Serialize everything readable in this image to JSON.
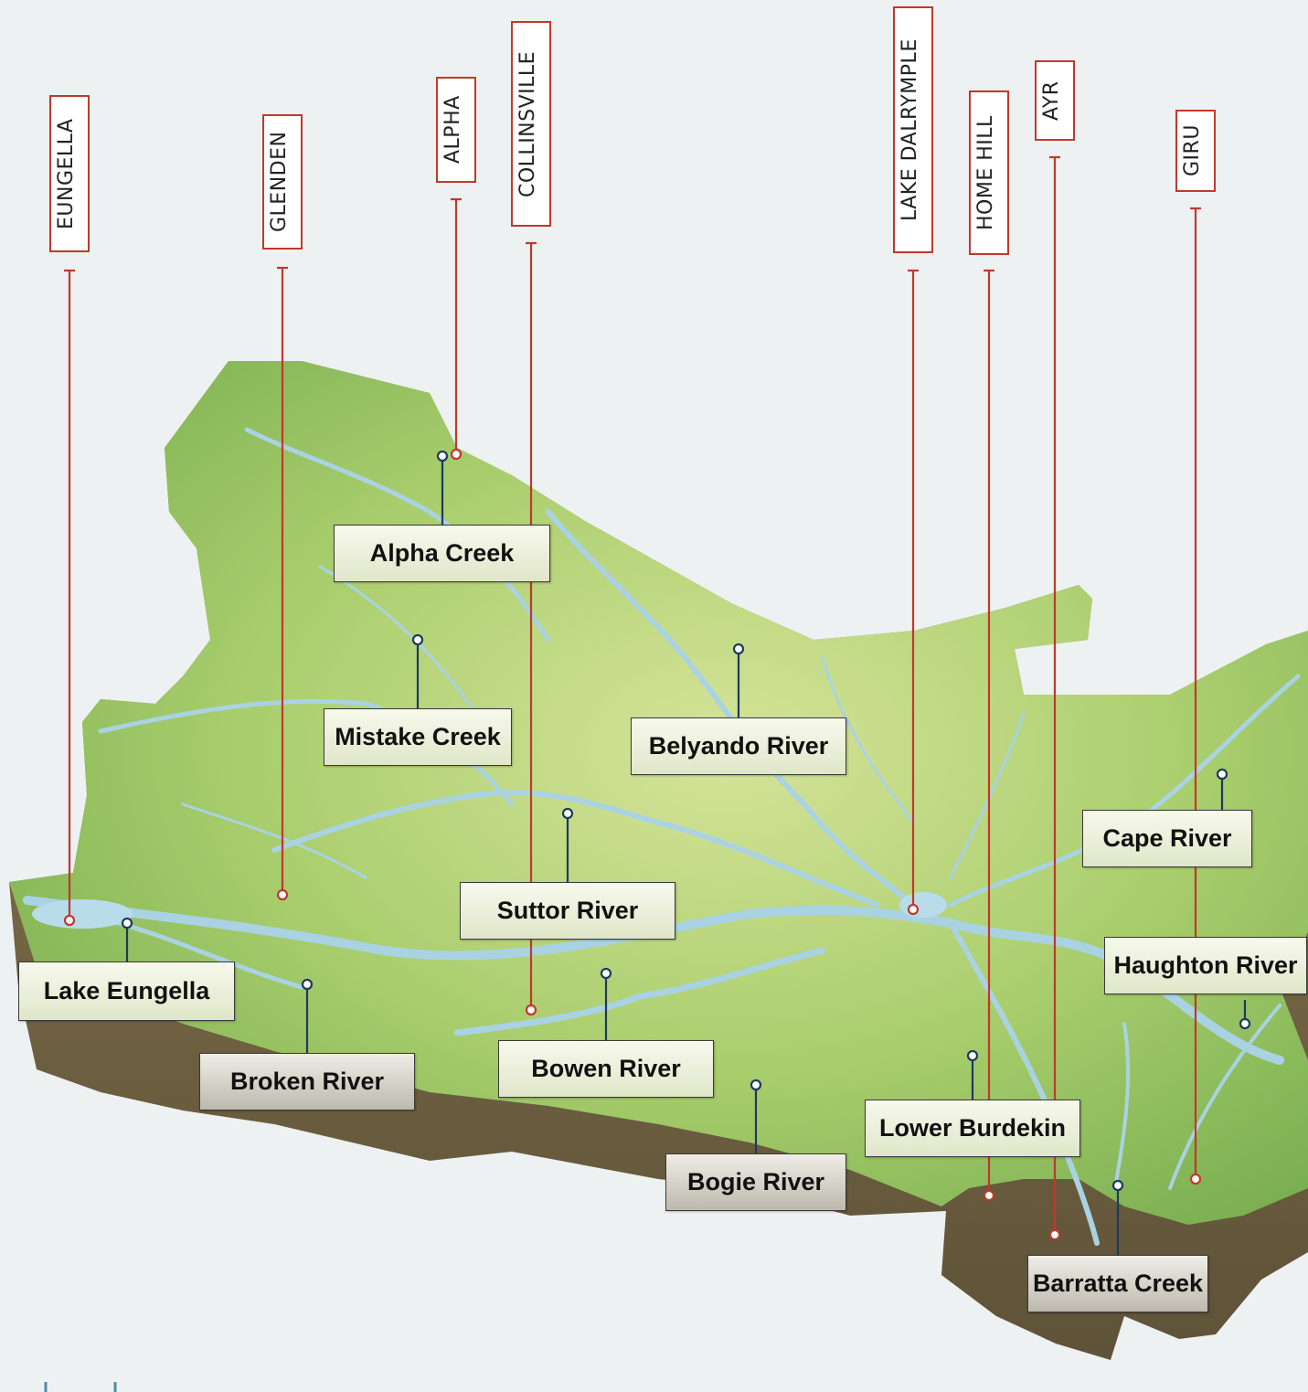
{
  "towns": [
    {
      "id": "eungella",
      "name": "EUNGELLA"
    },
    {
      "id": "glenden",
      "name": "GLENDEN"
    },
    {
      "id": "alpha",
      "name": "ALPHA"
    },
    {
      "id": "collinsville",
      "name": "COLLINSVILLE"
    },
    {
      "id": "lake-dalrymple",
      "name": "LAKE DALRYMPLE"
    },
    {
      "id": "home-hill",
      "name": "HOME HILL"
    },
    {
      "id": "ayr",
      "name": "AYR"
    },
    {
      "id": "giru",
      "name": "GIRU"
    }
  ],
  "rivers": [
    {
      "id": "alpha-creek",
      "name": "Alpha Creek"
    },
    {
      "id": "mistake-creek",
      "name": "Mistake Creek"
    },
    {
      "id": "belyando-river",
      "name": "Belyando River"
    },
    {
      "id": "suttor-river",
      "name": "Suttor River"
    },
    {
      "id": "cape-river",
      "name": "Cape River"
    },
    {
      "id": "lake-eungella",
      "name": "Lake Eungella"
    },
    {
      "id": "haughton-river",
      "name": "Haughton River"
    },
    {
      "id": "broken-river",
      "name": "Broken River"
    },
    {
      "id": "bowen-river",
      "name": "Bowen River"
    },
    {
      "id": "bogie-river",
      "name": "Bogie River"
    },
    {
      "id": "lower-burdekin",
      "name": "Lower Burdekin"
    },
    {
      "id": "barratta-creek",
      "name": "Barratta Creek"
    }
  ],
  "colors": {
    "town_marker": "#c0392b",
    "river_marker": "#1e3a5f",
    "terrain_top": "#9cc763",
    "terrain_side": "#7a6a45",
    "water": "#a9d3e3",
    "background": "#eef1f2"
  }
}
